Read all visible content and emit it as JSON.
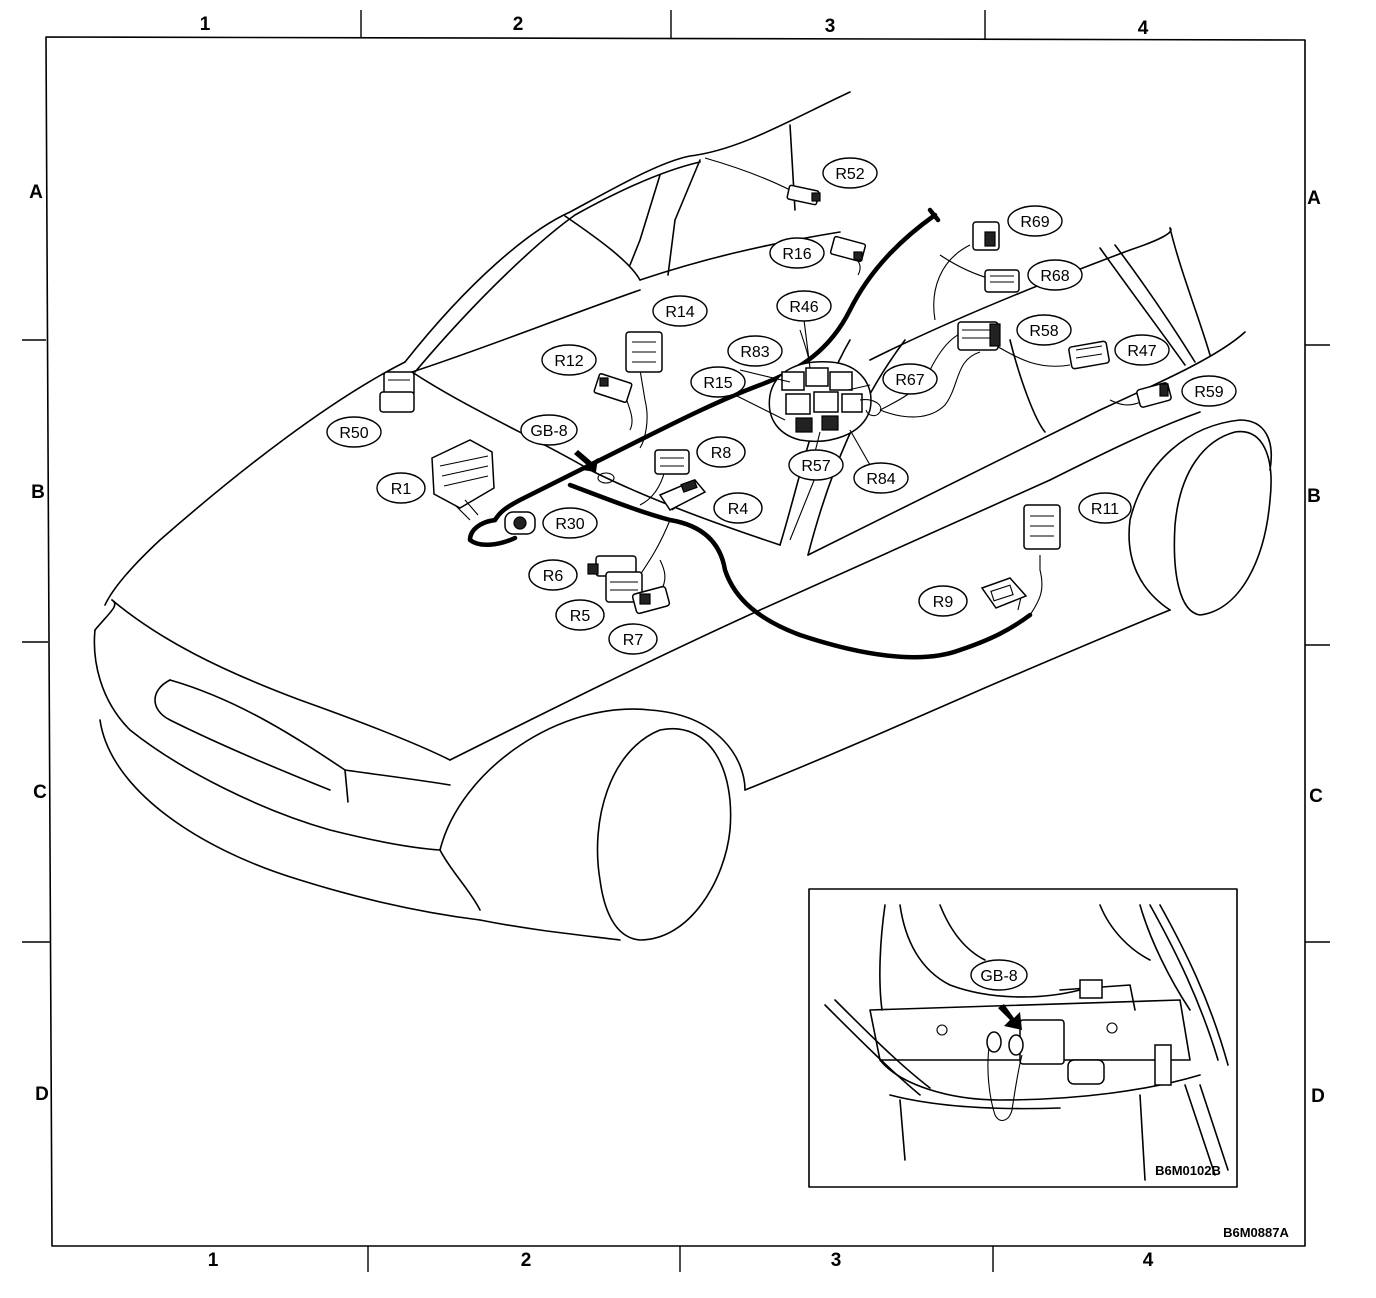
{
  "columns": [
    "1",
    "2",
    "3",
    "4"
  ],
  "rows": [
    "A",
    "B",
    "C",
    "D"
  ],
  "diagram_code": "B6M0887A",
  "inset": {
    "label": "GB-8",
    "code": "B6M0102B"
  },
  "connectors": [
    {
      "id": "R52"
    },
    {
      "id": "R16"
    },
    {
      "id": "R69"
    },
    {
      "id": "R68"
    },
    {
      "id": "R14"
    },
    {
      "id": "R46"
    },
    {
      "id": "R58"
    },
    {
      "id": "R12"
    },
    {
      "id": "R83"
    },
    {
      "id": "R47"
    },
    {
      "id": "R67"
    },
    {
      "id": "R15"
    },
    {
      "id": "R59"
    },
    {
      "id": "R50"
    },
    {
      "id": "GB-8"
    },
    {
      "id": "R8"
    },
    {
      "id": "R57"
    },
    {
      "id": "R84"
    },
    {
      "id": "R1"
    },
    {
      "id": "R4"
    },
    {
      "id": "R30"
    },
    {
      "id": "R11"
    },
    {
      "id": "R6"
    },
    {
      "id": "R9"
    },
    {
      "id": "R5"
    },
    {
      "id": "R7"
    }
  ]
}
